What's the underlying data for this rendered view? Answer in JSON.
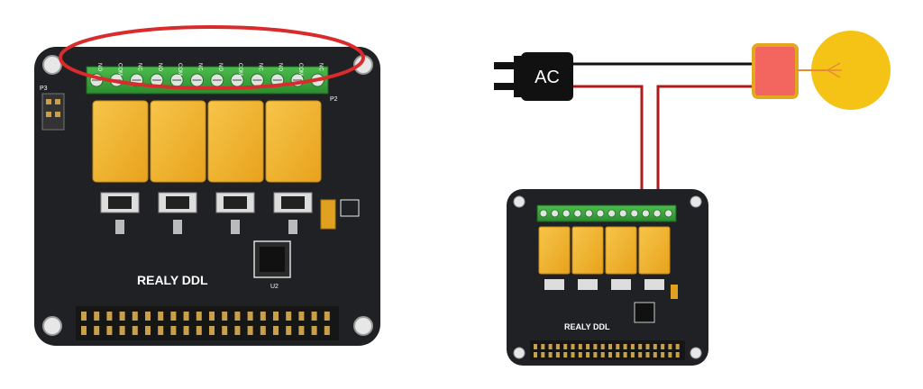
{
  "left_board": {
    "brand_label": "REALY DDL",
    "header_label": "P3",
    "terminal_label": "P2",
    "chip_label": "U2",
    "terminal_pin_labels": [
      "NO",
      "COM",
      "NC",
      "NO",
      "COM",
      "NC",
      "NO",
      "COM",
      "NC",
      "NO",
      "COM",
      "NC"
    ],
    "highlight": {
      "shape": "ellipse",
      "color": "#d92b2b"
    }
  },
  "right_diagram": {
    "ac_plug_label": "AC",
    "brand_label": "REALY DDL",
    "wire_colors": {
      "neutral": "#111111",
      "live": "#b01919"
    },
    "bulb_color": "#f5c316",
    "bulb_base_color": "#f2665f"
  },
  "colors": {
    "pcb": "#202226",
    "relay": "#f2b32b",
    "terminal": "#3aa63d",
    "header_pin": "#c9a04a"
  }
}
